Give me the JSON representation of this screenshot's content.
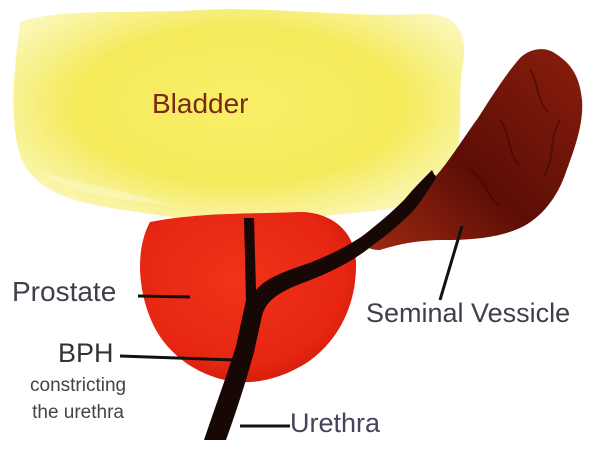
{
  "labels": {
    "bladder": "Bladder",
    "prostate": "Prostate",
    "bph": "BPH",
    "bph_sub_line1": "constricting",
    "bph_sub_line2": "the urethra",
    "seminal_vesicle": "Seminal Vessicle",
    "urethra": "Urethra"
  },
  "colors": {
    "bladder": "#f4ea5a",
    "bladder_light": "#fbf59a",
    "prostate": "#ea2a10",
    "prostate_dark": "#c41a08",
    "seminal_vesicle": "#6e1208",
    "seminal_vesicle_light": "#a32b12",
    "urethra": "#160604",
    "leader_line": "#111111"
  }
}
